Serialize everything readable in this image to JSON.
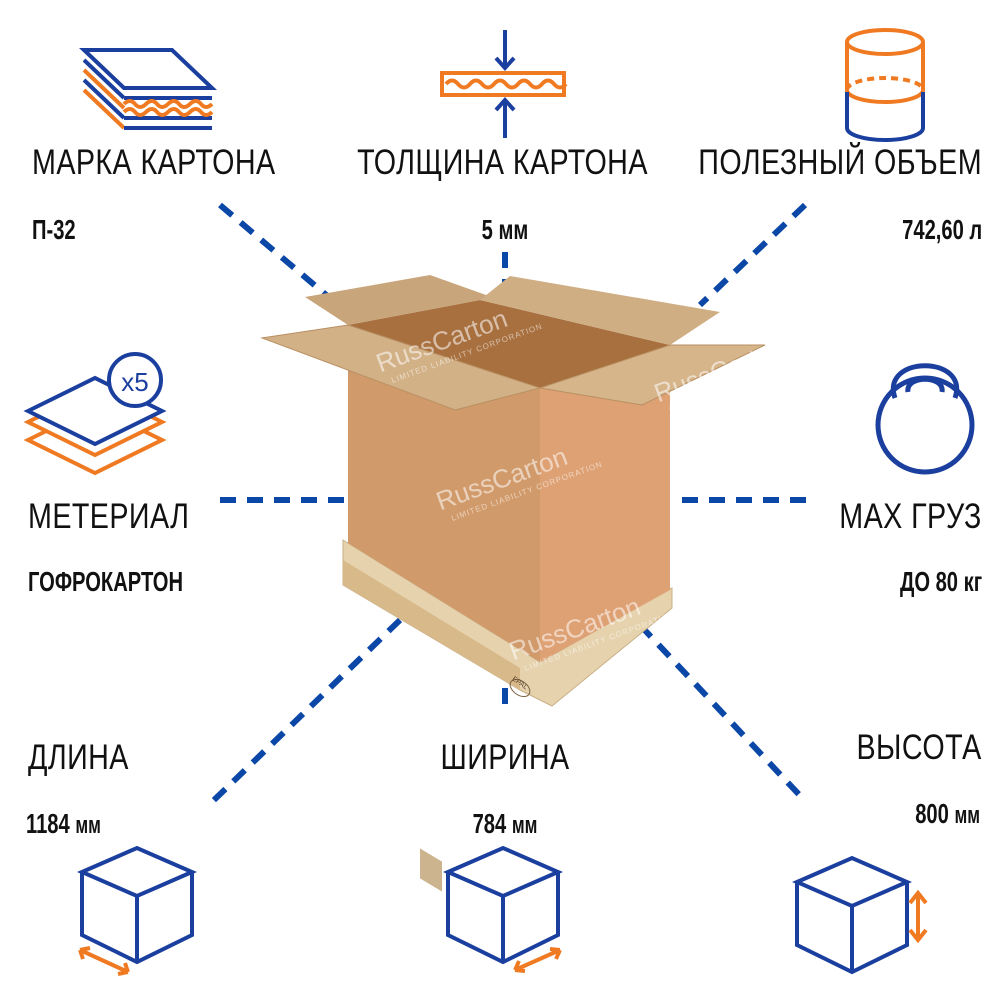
{
  "colors": {
    "blue": "#1b3f9e",
    "dash": "#0b47a6",
    "orange": "#f07a22",
    "carton_front": "#d19a6a",
    "carton_side": "#dea174",
    "pallet": "#e6d2ad"
  },
  "specs": {
    "grade": {
      "label": "МАРКА КАРТОНА",
      "value": "П-32",
      "icon": "corrugated-layers-icon"
    },
    "thickness": {
      "label": "ТОЛЩИНА КАРТОНА",
      "value": "5 мм",
      "icon": "thickness-icon"
    },
    "volume": {
      "label": "ПОЛЕЗНЫЙ ОБЪЕМ",
      "value": "742,60 л",
      "icon": "cylinder-volume-icon"
    },
    "material": {
      "label": "МЕТЕРИАЛ",
      "value": "ГОФРОКАРТОН",
      "icon": "sheets-stack-icon",
      "badge": "x5"
    },
    "max_load": {
      "label": "MAX ГРУЗ",
      "value": "ДО 80 кг",
      "icon": "kettlebell-icon"
    },
    "length": {
      "label": "ДЛИНА",
      "number": "1184",
      "unit": "мм",
      "icon": "cube-length-icon"
    },
    "width": {
      "label": "ШИРИНА",
      "number": "784",
      "unit": "мм",
      "icon": "cube-width-icon"
    },
    "height": {
      "label": "ВЫСОТА",
      "number": "800",
      "unit": "мм",
      "icon": "cube-height-icon"
    }
  },
  "watermark": {
    "brand": "RussCarton",
    "sub": "LIMITED LIABILITY CORPORATION"
  },
  "pallet_mark": "EPAL"
}
